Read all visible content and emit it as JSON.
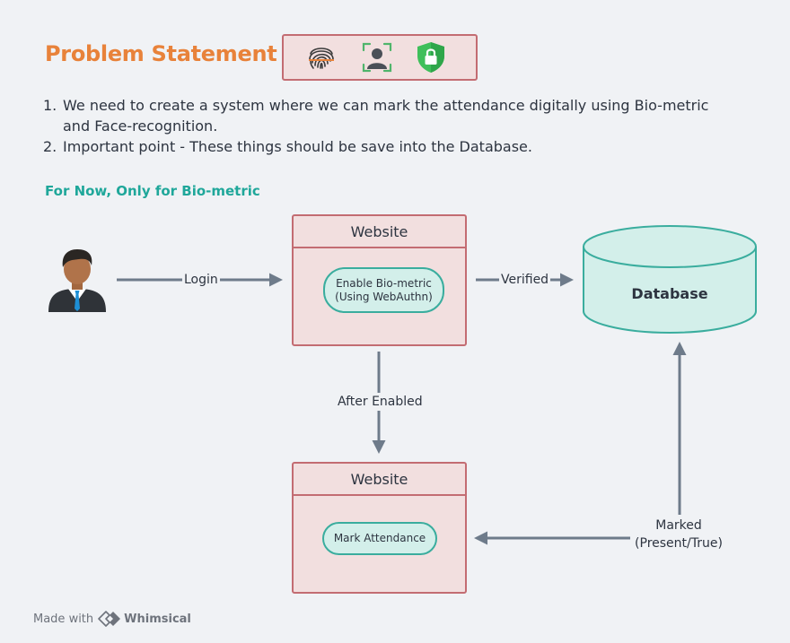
{
  "header": {
    "title": "Problem Statement -",
    "icons": [
      "fingerprint-icon",
      "face-scan-icon",
      "shield-lock-icon"
    ]
  },
  "points": [
    {
      "num": "1.",
      "text": "We need to create a system where we can mark the attendance digitally using Bio-metric and Face-recognition."
    },
    {
      "num": "2.",
      "text": "Important point - These things should be save into the Database."
    }
  ],
  "subheading": "For Now, Only for Bio-metric",
  "diagram": {
    "user_icon": "user-avatar-icon",
    "login_label": "Login",
    "website_top": {
      "title": "Website",
      "pill": "Enable Bio-metric\n(Using WebAuthn)"
    },
    "verified_label": "Verified",
    "database_label": "Database",
    "after_enabled_label": "After Enabled",
    "website_bottom": {
      "title": "Website",
      "pill": "Mark Attendance"
    },
    "marked_label": "Marked\n(Present/True)"
  },
  "colors": {
    "title": "#e8823a",
    "accent": "#1fa79a",
    "box_fill": "#f2dfdf",
    "box_border": "#c36c72",
    "pill_fill": "#d3efea",
    "pill_border": "#3aad9e",
    "arrow": "#6e7b8a"
  },
  "footer": {
    "prefix": "Made with",
    "brand": "Whimsical"
  }
}
